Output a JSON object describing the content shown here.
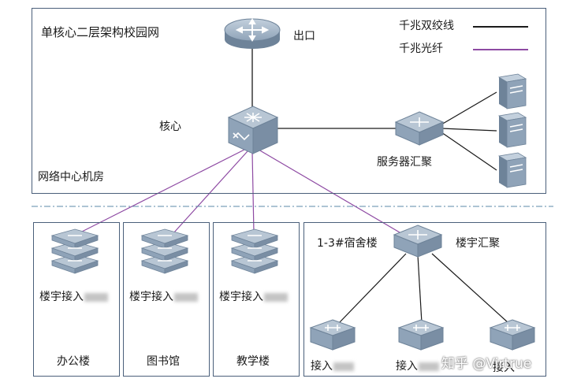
{
  "top_area": {
    "title": "单核心二层架构校园网",
    "room_label": "网络中心机房"
  },
  "legend": {
    "items": [
      {
        "label": "千兆双绞线",
        "color": "#1a1a1a"
      },
      {
        "label": "千兆光纤",
        "color": "#8e4aa3"
      }
    ]
  },
  "nodes": {
    "exit": "出口",
    "core": "核心",
    "server_agg": "服务器汇聚"
  },
  "buildings": [
    {
      "name": "办公楼",
      "switch_label": "楼宇接入"
    },
    {
      "name": "图书馆",
      "switch_label": "楼宇接入"
    },
    {
      "name": "教学楼",
      "switch_label": "楼宇接入"
    }
  ],
  "dorm": {
    "name": "1-3#宿舍楼",
    "agg_label": "楼宇汇聚",
    "access_labels": [
      "接入",
      "接入",
      "接入"
    ]
  },
  "watermark": "知乎 @Virtrue",
  "colors": {
    "border": "#4a5f7a",
    "device_fill": "#8fa3b8",
    "divider": "#5b88a8",
    "fiber": "#8e4aa3",
    "copper": "#1a1a1a"
  }
}
